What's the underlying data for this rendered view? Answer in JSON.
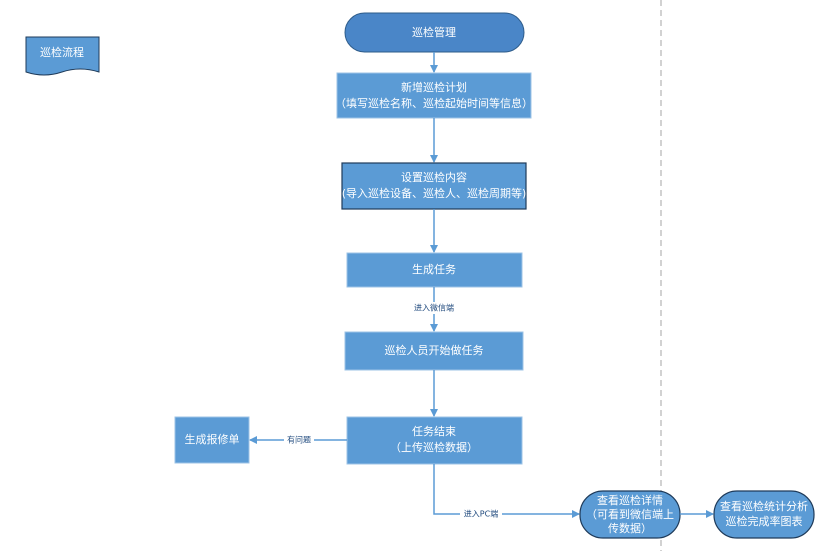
{
  "colors": {
    "node_fill": "#5b9bd5",
    "node_stroke_light": "#9dc3e6",
    "node_stroke_dark": "#1f3b5a",
    "terminator_fill": "#4a86c8",
    "connector": "#5b9bd5",
    "divider": "#a6a6a6"
  },
  "document_label": "巡检流程",
  "nodes": {
    "start": "巡检管理",
    "create_plan_line1": "新增巡检计划",
    "create_plan_line2": "（填写巡检名称、巡检起始时间等信息）",
    "set_content_line1": "设置巡检内容",
    "set_content_line2": "(导入巡检设备、巡检人、巡检周期等)",
    "generate_task": "生成任务",
    "start_task": "巡检人员开始做任务",
    "task_end_line1": "任务结束",
    "task_end_line2": "（上传巡检数据）",
    "repair_order": "生成报修单",
    "view_details_line1": "查看巡检详情",
    "view_details_line2": "（可看到微信端上",
    "view_details_line3": "传数据）",
    "stats_line1": "查看巡检统计分析",
    "stats_line2": "巡检完成率图表"
  },
  "edge_labels": {
    "to_wechat": "进入微信端",
    "has_problem": "有问题",
    "to_pc": "进入PC端"
  }
}
